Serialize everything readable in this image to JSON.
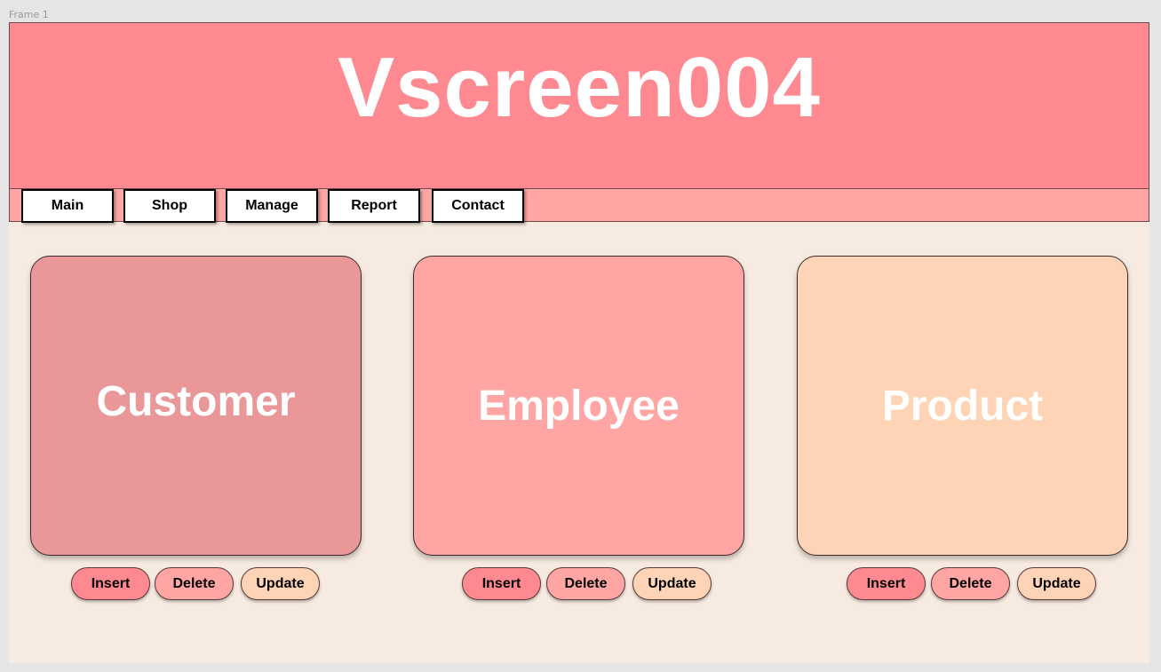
{
  "canvas": {
    "frame_label": "Frame 1"
  },
  "header": {
    "title": "Vscreen004"
  },
  "nav": {
    "items": [
      {
        "label": "Main"
      },
      {
        "label": "Shop"
      },
      {
        "label": "Manage"
      },
      {
        "label": "Report"
      },
      {
        "label": "Contact"
      }
    ]
  },
  "cards": [
    {
      "title": "Customer",
      "color": "#ea979a",
      "actions": [
        {
          "label": "Insert",
          "color": "#ff8990"
        },
        {
          "label": "Delete",
          "color": "#ffa6a5"
        },
        {
          "label": "Update",
          "color": "#ffd4b6"
        }
      ]
    },
    {
      "title": "Employee",
      "color": "#ffa6a5",
      "actions": [
        {
          "label": "Insert",
          "color": "#ff8990"
        },
        {
          "label": "Delete",
          "color": "#ffa6a5"
        },
        {
          "label": "Update",
          "color": "#ffd4b6"
        }
      ]
    },
    {
      "title": "Product",
      "color": "#ffd4b6",
      "actions": [
        {
          "label": "Insert",
          "color": "#ff8990"
        },
        {
          "label": "Delete",
          "color": "#ffa6a5"
        },
        {
          "label": "Update",
          "color": "#ffd4b6"
        }
      ]
    }
  ]
}
